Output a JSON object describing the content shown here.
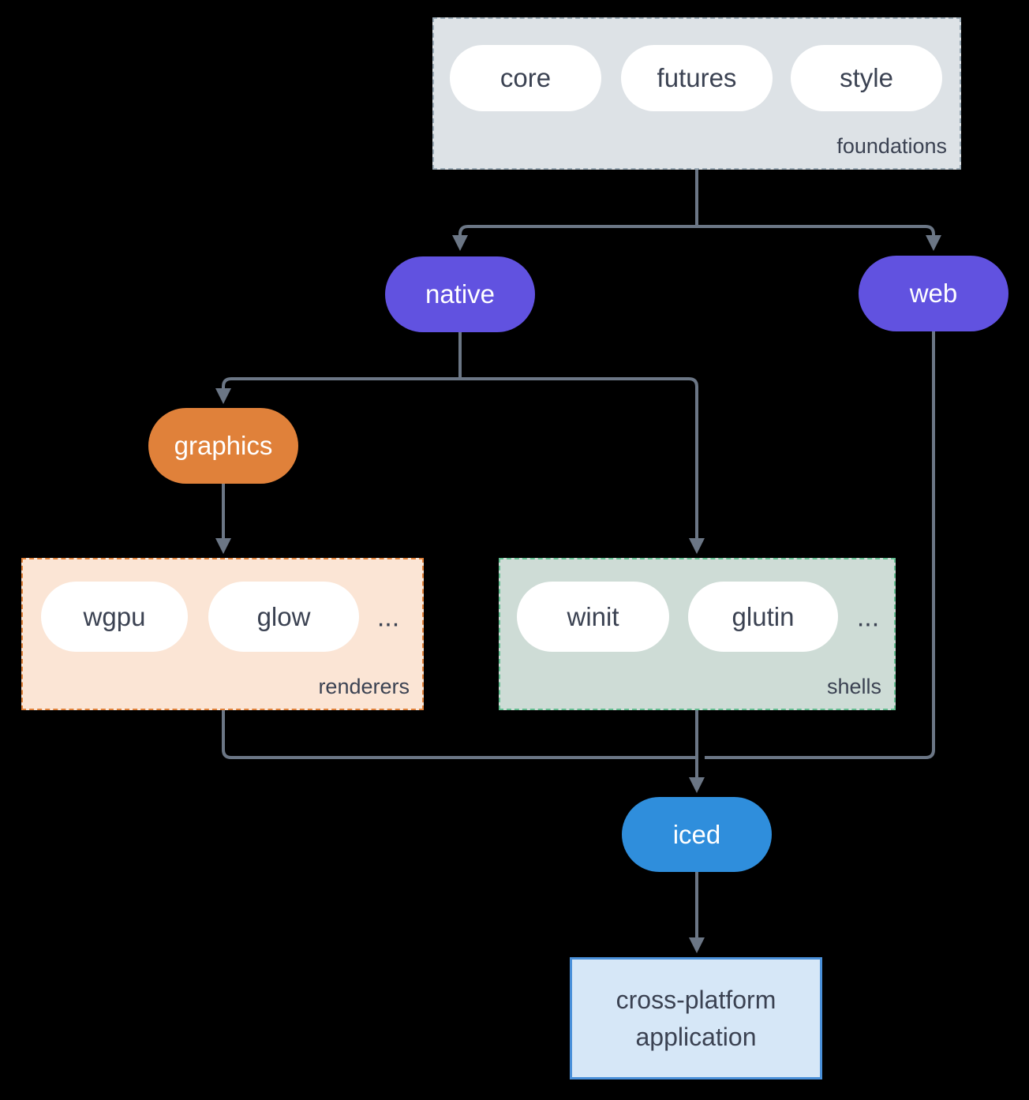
{
  "foundations": {
    "label": "foundations",
    "items": [
      "core",
      "futures",
      "style"
    ]
  },
  "nodes": {
    "native": "native",
    "web": "web",
    "graphics": "graphics",
    "iced": "iced"
  },
  "renderers": {
    "label": "renderers",
    "items": [
      "wgpu",
      "glow"
    ],
    "more": "..."
  },
  "shells": {
    "label": "shells",
    "items": [
      "winit",
      "glutin"
    ],
    "more": "..."
  },
  "application": {
    "line1": "cross-platform",
    "line2": "application"
  },
  "colors": {
    "background": "#000000",
    "foundations_bg": "#dde2e6",
    "foundations_border": "#9aaab6",
    "node_purple": "#6152e0",
    "node_orange": "#e0813a",
    "node_blue": "#2f8edc",
    "renderers_bg": "#fbe5d5",
    "renderers_border": "#e0813a",
    "shells_bg": "#cedcd6",
    "shells_border": "#63bd90",
    "app_bg": "#d6e7f7",
    "app_border": "#4a90d9",
    "arrow": "#6b7685",
    "text_dark": "#3b4252"
  }
}
